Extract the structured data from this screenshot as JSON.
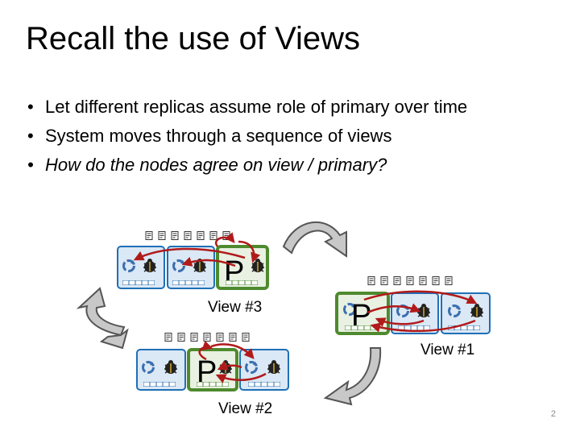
{
  "slide": {
    "title": "Recall the use of Views",
    "bullets": [
      "Let different replicas assume role of primary over time",
      "System moves through a sequence of views",
      "How do the nodes agree on view / primary?"
    ],
    "page_number": "2"
  },
  "diagram": {
    "primary_letter": "P",
    "views": [
      {
        "label": "View #3"
      },
      {
        "label": "View #1"
      },
      {
        "label": "View #2"
      }
    ],
    "colors": {
      "primary_border": "#4e8a2e",
      "replica_border": "#1f6fb6",
      "replica_fill": "#dbe8f5",
      "arrow_red": "#b11a1a",
      "cycle_arrow_fill": "#c8c8c8",
      "cycle_arrow_stroke": "#555555"
    }
  }
}
